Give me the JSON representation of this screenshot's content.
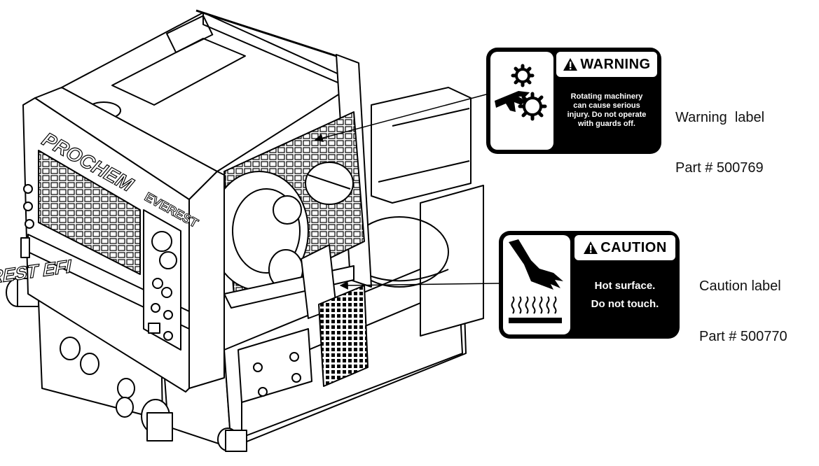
{
  "callouts": {
    "warning": {
      "name": "Warning  label",
      "part": "Part # 500769"
    },
    "caution": {
      "name": "Caution label",
      "part": "Part # 500770"
    }
  },
  "labels": {
    "warning": {
      "signal_word": "WARNING",
      "message": "Rotating machinery\ncan cause serious\ninjury. Do not operate\nwith guards off.",
      "pictogram": "hand-in-gears-icon"
    },
    "caution": {
      "signal_word": "CAUTION",
      "message": "Hot surface.\nDo not touch.",
      "pictogram": "hand-hot-surface-icon"
    }
  },
  "machine": {
    "brand": "PROCHEM",
    "model": "EVEREST",
    "model_full": "EVEREST EFI"
  },
  "colors": {
    "ink": "#000000",
    "paper": "#ffffff"
  }
}
